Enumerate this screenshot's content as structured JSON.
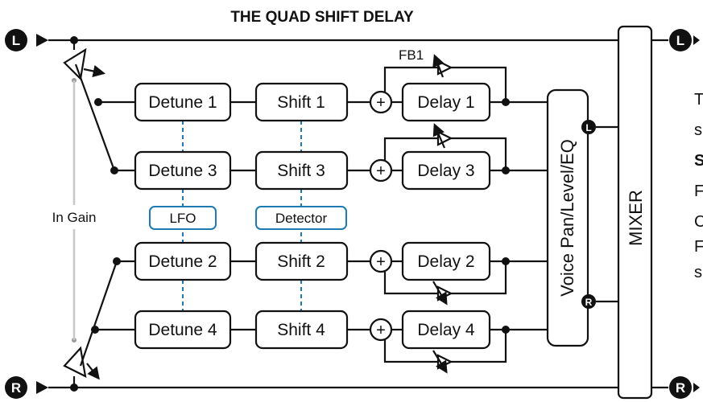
{
  "title": "THE QUAD SHIFT DELAY",
  "io": {
    "left_in": "L",
    "right_in": "R",
    "left_out": "L",
    "right_out": "R"
  },
  "in_gain_label": "In Gain",
  "fb_label": "FB1",
  "voices": {
    "detune_1": "Detune 1",
    "detune_2": "Detune 2",
    "detune_3": "Detune 3",
    "detune_4": "Detune 4",
    "shift_1": "Shift 1",
    "shift_2": "Shift 2",
    "shift_3": "Shift 3",
    "shift_4": "Shift 4",
    "delay_1": "Delay 1",
    "delay_2": "Delay 2",
    "delay_3": "Delay 3",
    "delay_4": "Delay 4"
  },
  "lfo_label": "LFO",
  "detector_label": "Detector",
  "sum_symbol": "+",
  "voice_pan_label": "Voice Pan/Level/EQ",
  "mixer_label": "MIXER",
  "pan_left": "L",
  "pan_right": "R",
  "side_text_fragments": [
    "T",
    "s",
    "S",
    "F",
    "C",
    "F",
    "s"
  ]
}
